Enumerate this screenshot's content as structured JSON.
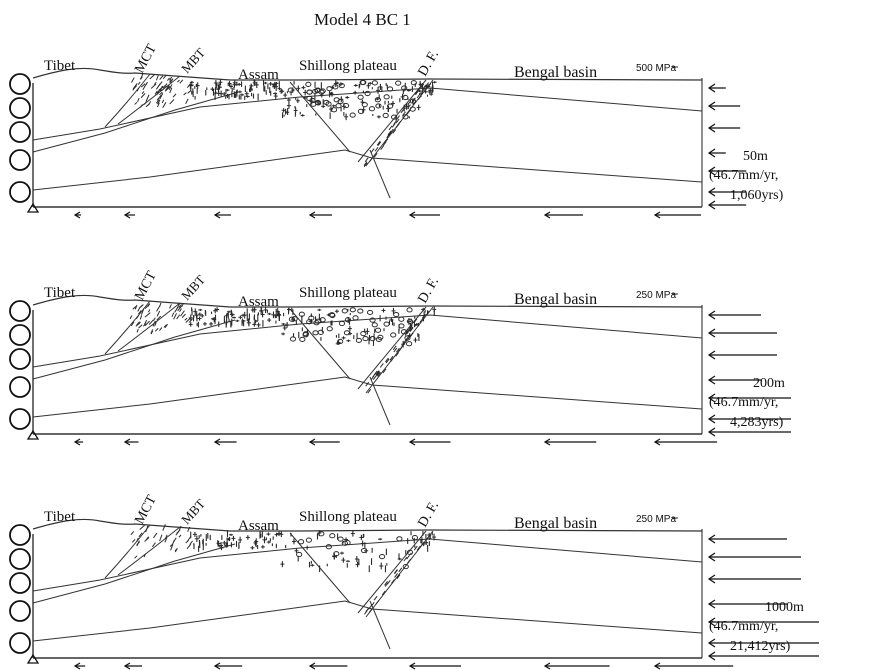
{
  "title": "Model 4 BC 1",
  "panels": [
    {
      "labels": {
        "tibet": "Tibet",
        "mct": "MCT",
        "mbt": "MBT",
        "assam": "Assam",
        "shillong": "Shillong plateau",
        "df": "D. F.",
        "bengal": "Bengal basin"
      },
      "scale": "500 MPa",
      "displacement": "50m",
      "rate": "(46.7mm/yr,",
      "time": "1,060yrs)"
    },
    {
      "labels": {
        "tibet": "Tibet",
        "mct": "MCT",
        "mbt": "MBT",
        "assam": "Assam",
        "shillong": "Shillong plateau",
        "df": "D. F.",
        "bengal": "Bengal basin"
      },
      "scale": "250 MPa",
      "displacement": "200m",
      "rate": "(46.7mm/yr,",
      "time": "4,283yrs)"
    },
    {
      "labels": {
        "tibet": "Tibet",
        "mct": "MCT",
        "mbt": "MBT",
        "assam": "Assam",
        "shillong": "Shillong plateau",
        "df": "D. F.",
        "bengal": "Bengal basin"
      },
      "scale": "250 MPa",
      "displacement": "1000m",
      "rate": "(46.7mm/yr,",
      "time": "21,412yrs)"
    }
  ],
  "colors": {
    "ink": "#111111",
    "line": "#333333",
    "stress": "#2a2a2a"
  }
}
